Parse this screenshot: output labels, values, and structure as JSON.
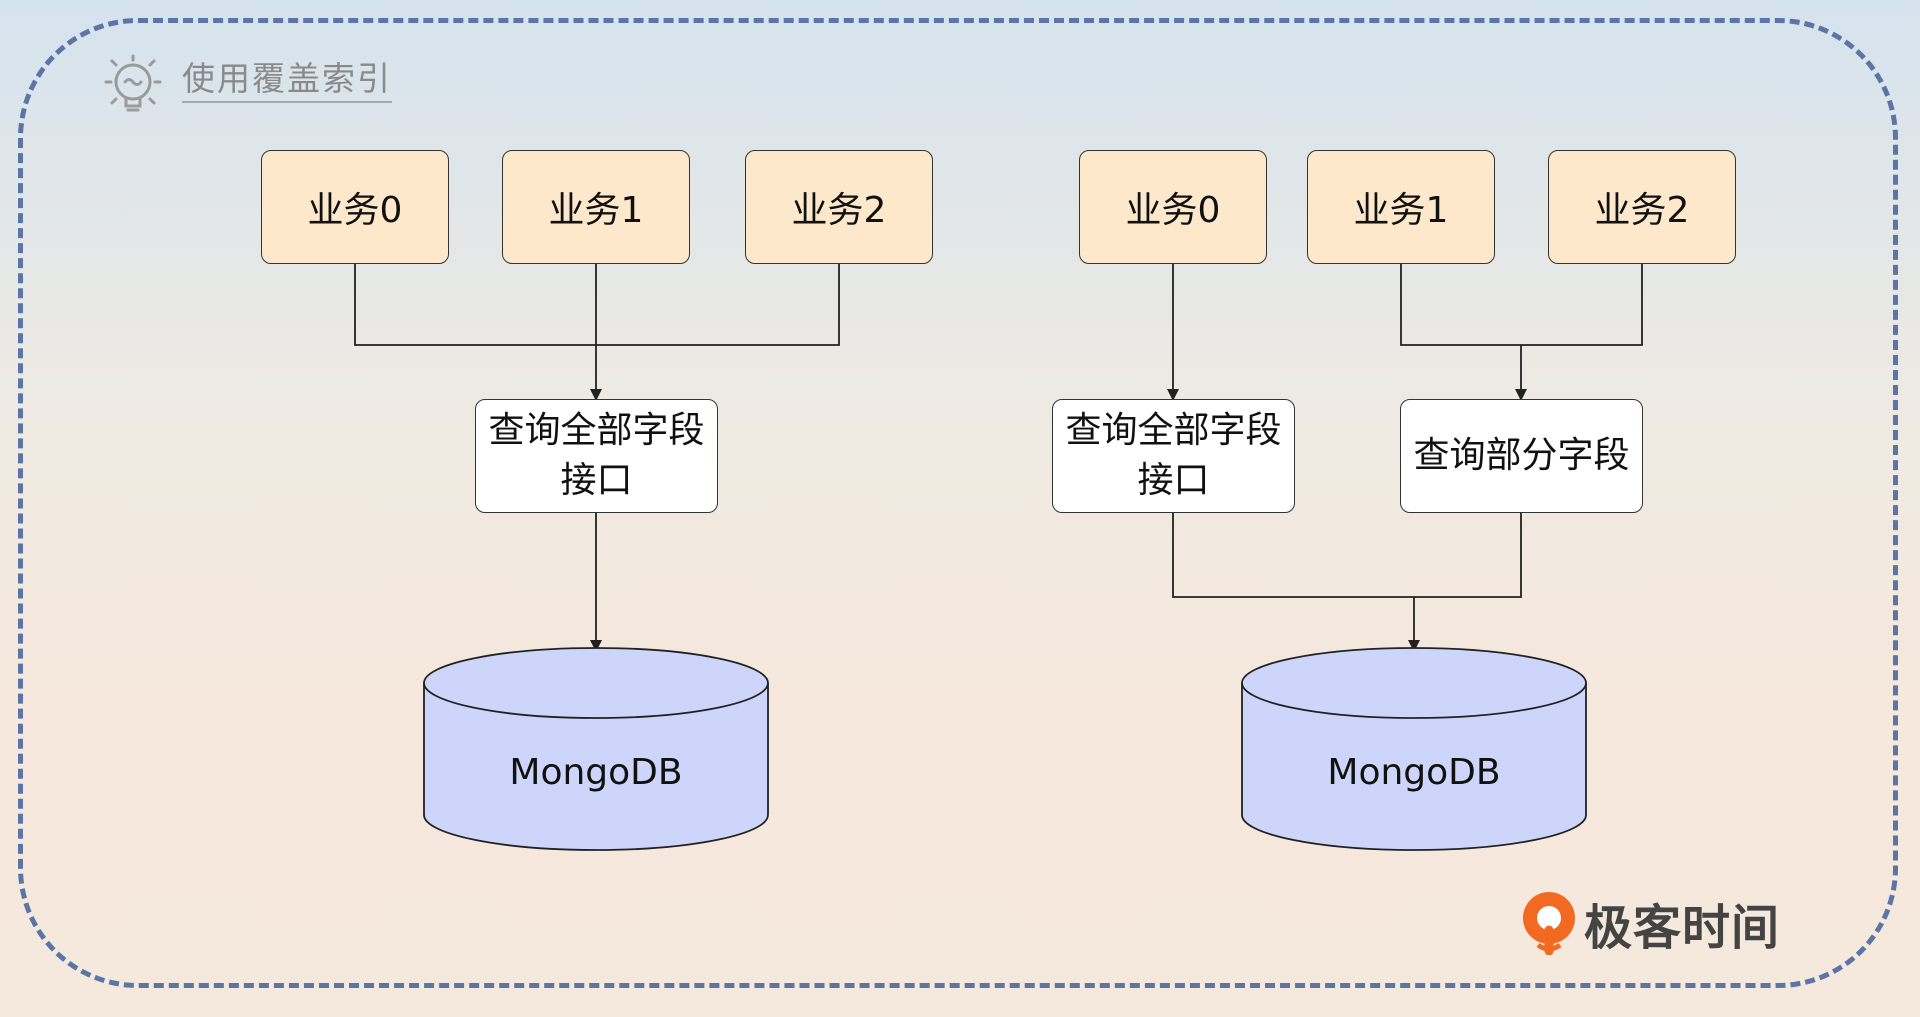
{
  "tip": {
    "title": "使用覆盖索引",
    "icon": "lightbulb-icon"
  },
  "left_diagram": {
    "services": [
      "业务0",
      "业务1",
      "业务2"
    ],
    "api_line1": "查询全部字段",
    "api_line2": "接口",
    "database": "MongoDB"
  },
  "right_diagram": {
    "services": [
      "业务0",
      "业务1",
      "业务2"
    ],
    "api_full_line1": "查询全部字段",
    "api_full_line2": "接口",
    "api_partial": "查询部分字段",
    "database": "MongoDB"
  },
  "brand": {
    "name": "极客时间",
    "accent": "#f26a21"
  },
  "colors": {
    "frame": "#5b76a6",
    "service_fill": "#fde8cc",
    "db_fill": "#cdd5fb"
  }
}
